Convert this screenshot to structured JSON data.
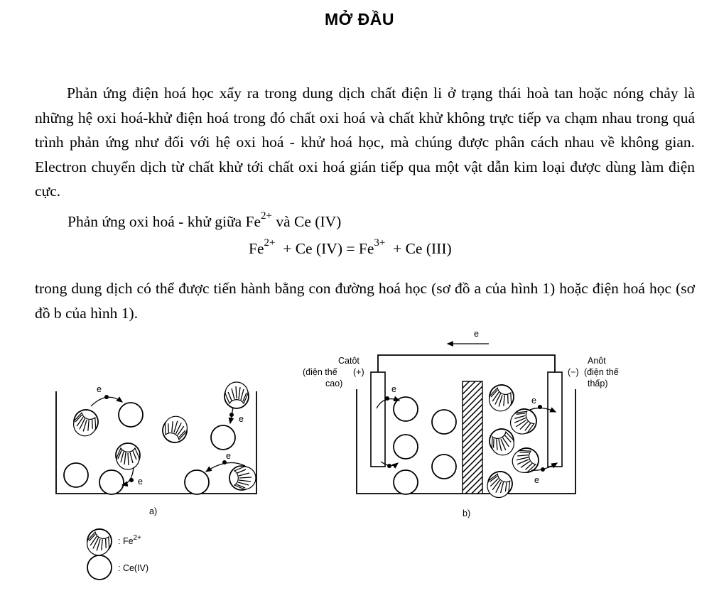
{
  "page": {
    "title": "MỞ ĐẦU",
    "paragraph1": "Phản ứng điện hoá học xẩy ra trong dung dịch chất điện li ở trạng thái hoà tan hoặc nóng chảy là những hệ oxi hoá-khử điện hoá trong đó chất oxi hoá và chất khử không trực tiếp va chạm nhau trong quá trình phản ứng như đối với hệ oxi hoá - khử hoá học, mà chúng được phân cách nhau về không gian. Electron chuyển dịch từ chất khử tới chất oxi hoá gián tiếp qua một vật dẫn kim loại được dùng làm điện cực.",
    "paragraph2_text": "Phản ứng oxi hoá - khử giữa Fe",
    "paragraph2_sup": "2+",
    "paragraph2_tail": " và Ce (IV)",
    "equation": {
      "lhs1": "Fe",
      "lhs1_sup": "2+",
      "lhs2": "+ Ce (IV) = Fe",
      "rhs1_sup": "3+",
      "rhs2": "+ Ce (III)"
    },
    "paragraph3": "trong dung dịch có thể được tiến hành bằng con đường hoá học (sơ đồ a của hình 1) hoặc điện hoá học (sơ đồ b của hình 1)."
  },
  "figure": {
    "label_a": "a)",
    "label_b": "b)",
    "electron": "e",
    "cathode_title": "Catôt",
    "cathode_desc1": "(điện thế",
    "cathode_desc2": "cao)",
    "cathode_sign": "(+)",
    "anode_title": "Anôt",
    "anode_desc1": "(điện thế",
    "anode_desc2": "thấp)",
    "anode_sign": "(−)",
    "legend": {
      "fe_label": ": Fe",
      "fe_sup": "2+",
      "ce_label": ": Ce(IV)"
    }
  }
}
